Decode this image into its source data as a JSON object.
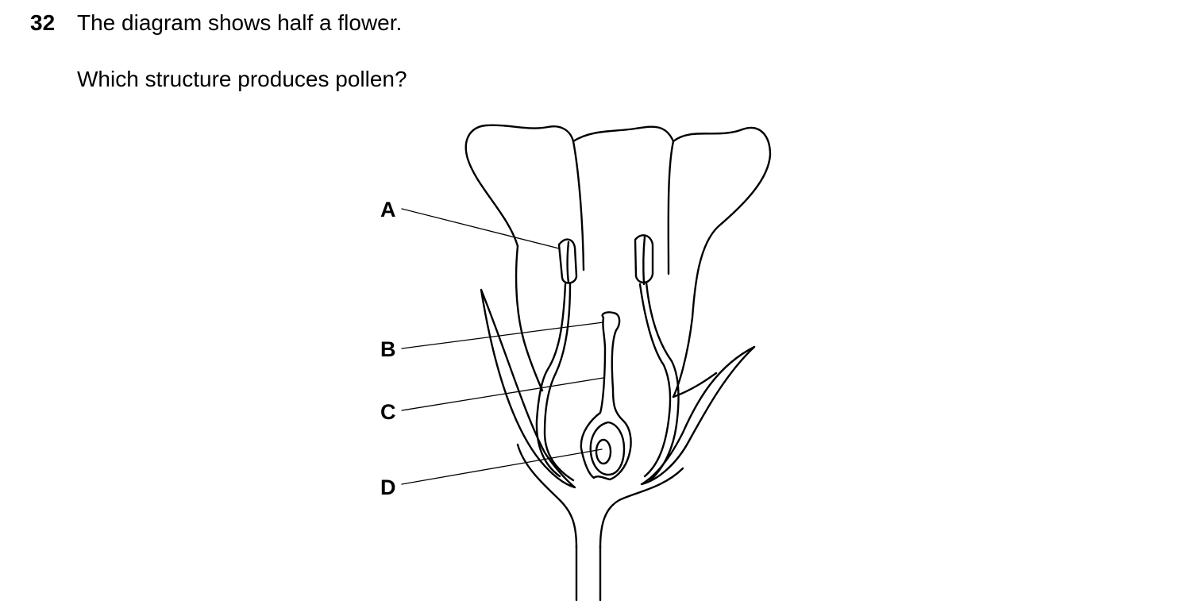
{
  "question": {
    "number": "32",
    "statement": "The diagram shows half a flower.",
    "prompt": "Which structure produces pollen?"
  },
  "diagram": {
    "labels": [
      "A",
      "B",
      "C",
      "D"
    ]
  }
}
